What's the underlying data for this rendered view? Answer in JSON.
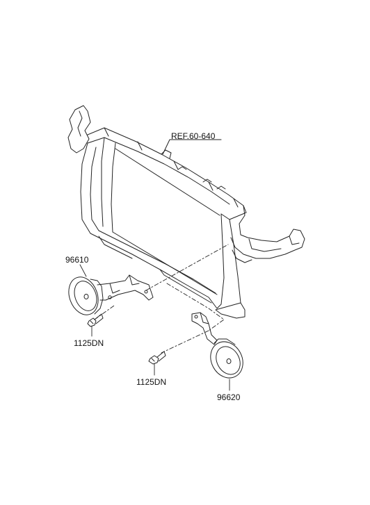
{
  "labels": {
    "ref": "REF.60-640",
    "horn_high": "96610",
    "bolt_1": "1125DN",
    "bolt_2": "1125DN",
    "horn_low": "96620"
  },
  "colors": {
    "line": "#222222",
    "background": "#ffffff"
  }
}
